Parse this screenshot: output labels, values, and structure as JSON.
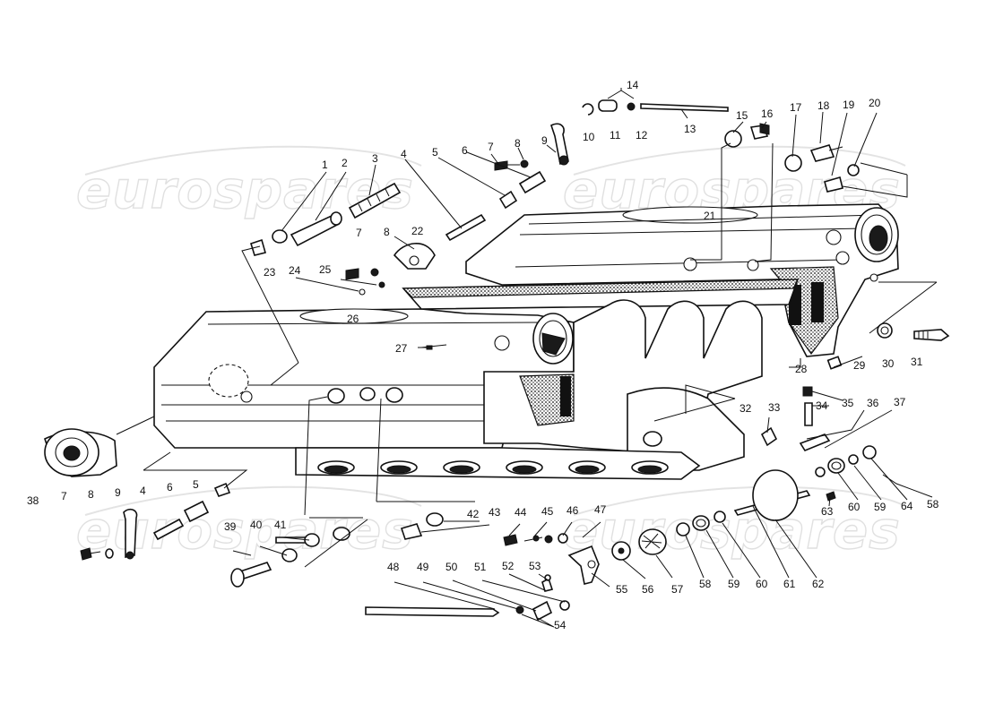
{
  "watermark": {
    "text": "eurospares",
    "color": "#c8c8c8"
  },
  "callouts": [
    "1",
    "2",
    "3",
    "4",
    "5",
    "6",
    "7",
    "8",
    "9",
    "10",
    "11",
    "12",
    "13",
    "14",
    "15",
    "16",
    "17",
    "18",
    "19",
    "20",
    "21",
    "22",
    "23",
    "24",
    "25",
    "26",
    "27",
    "28",
    "29",
    "30",
    "31",
    "32",
    "33",
    "34",
    "35",
    "36",
    "37",
    "38",
    "7",
    "8",
    "9",
    "4",
    "6",
    "5",
    "39",
    "40",
    "41",
    "42",
    "43",
    "44",
    "45",
    "46",
    "47",
    "48",
    "49",
    "50",
    "51",
    "52",
    "53",
    "54",
    "55",
    "56",
    "57",
    "58",
    "59",
    "60",
    "61",
    "62",
    "63",
    "60",
    "59",
    "64",
    "58",
    "7",
    "8"
  ]
}
